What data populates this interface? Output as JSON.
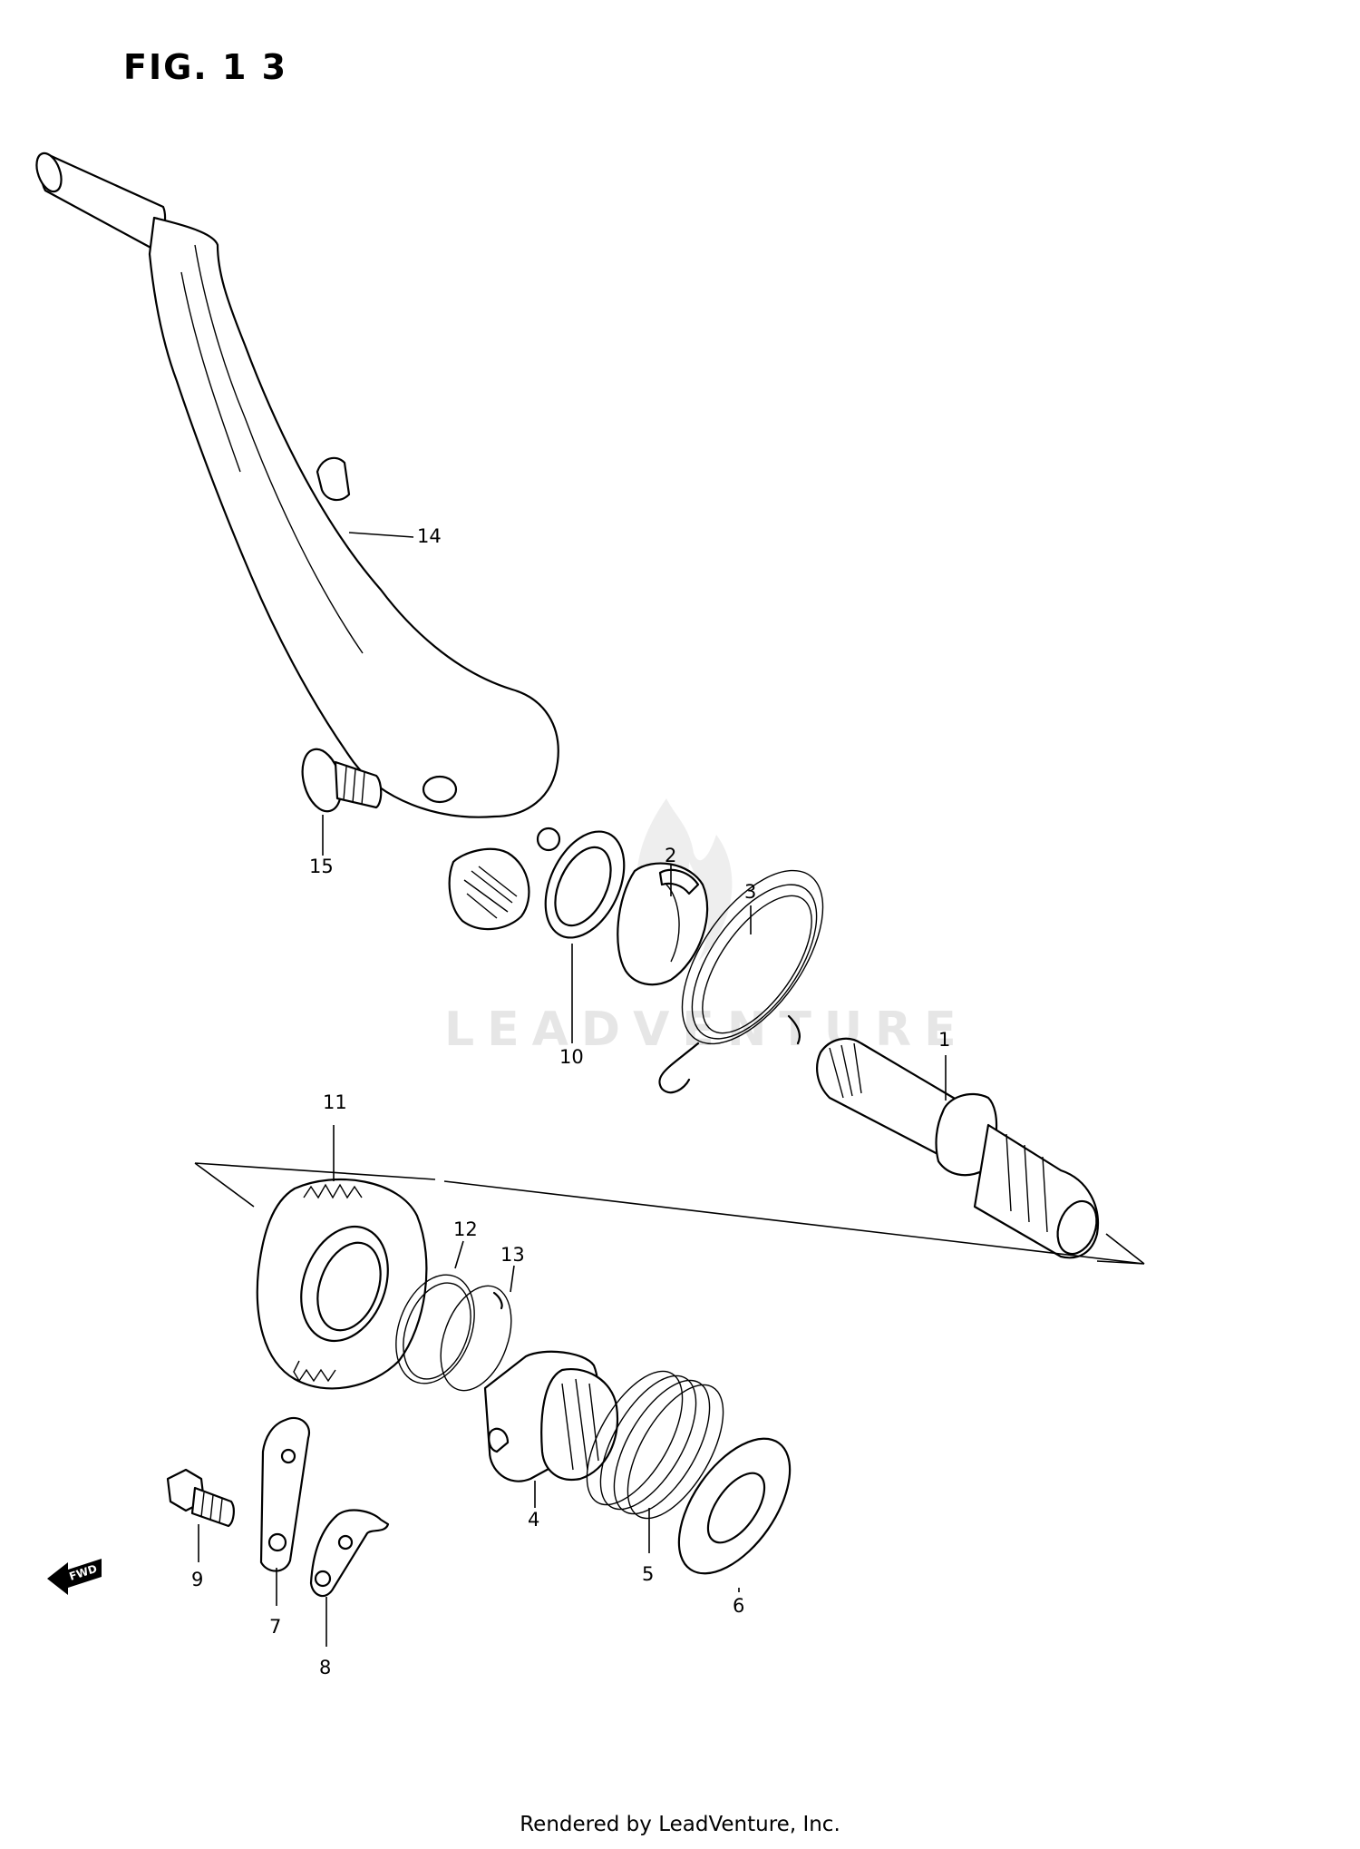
{
  "figure": {
    "title": "FIG. 1 3"
  },
  "watermark": {
    "text": "LEADVENTURE"
  },
  "fwd_arrow": {
    "label": "FWD",
    "icon": "forward-direction-arrow-icon"
  },
  "callouts": [
    {
      "id": "callout-1",
      "label": "1"
    },
    {
      "id": "callout-2",
      "label": "2"
    },
    {
      "id": "callout-3",
      "label": "3"
    },
    {
      "id": "callout-4",
      "label": "4"
    },
    {
      "id": "callout-5",
      "label": "5"
    },
    {
      "id": "callout-6",
      "label": "6"
    },
    {
      "id": "callout-7",
      "label": "7"
    },
    {
      "id": "callout-8",
      "label": "8"
    },
    {
      "id": "callout-9",
      "label": "9"
    },
    {
      "id": "callout-10",
      "label": "10"
    },
    {
      "id": "callout-11",
      "label": "11"
    },
    {
      "id": "callout-12",
      "label": "12"
    },
    {
      "id": "callout-13",
      "label": "13"
    },
    {
      "id": "callout-14",
      "label": "14"
    },
    {
      "id": "callout-15",
      "label": "15"
    }
  ],
  "footer": {
    "text": "Rendered by LeadVenture, Inc."
  }
}
